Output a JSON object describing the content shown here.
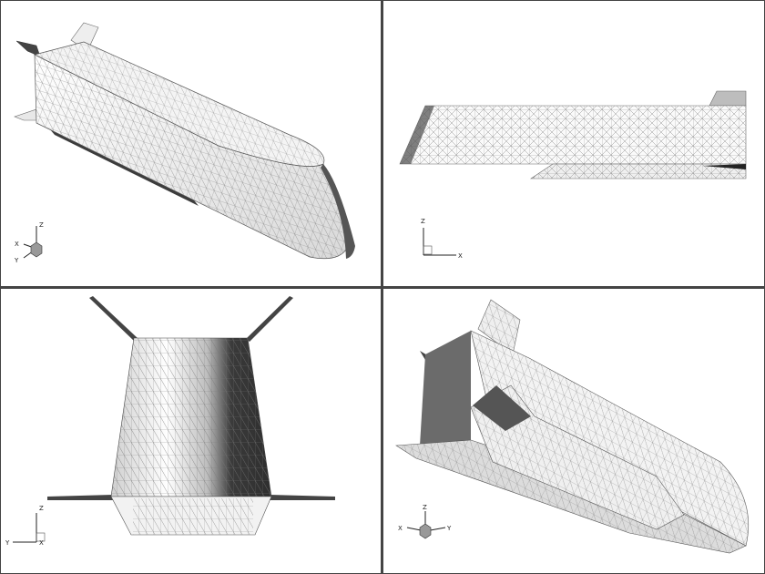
{
  "views": [
    {
      "id": "isometric-front",
      "axes": {
        "labels": [
          "Z",
          "X",
          "Y"
        ]
      }
    },
    {
      "id": "side-view",
      "axes": {
        "labels": [
          "Z",
          "X"
        ]
      }
    },
    {
      "id": "front-view",
      "axes": {
        "labels": [
          "Z",
          "Y",
          "X"
        ]
      }
    },
    {
      "id": "isometric-rear",
      "axes": {
        "labels": [
          "Z",
          "X",
          "Y"
        ]
      }
    }
  ],
  "colors": {
    "background": "#ffffff",
    "divider": "#444444",
    "mesh": "#7a7a7a",
    "surface_light": "#f2f2f2",
    "surface_dark": "#3a3a3a"
  }
}
